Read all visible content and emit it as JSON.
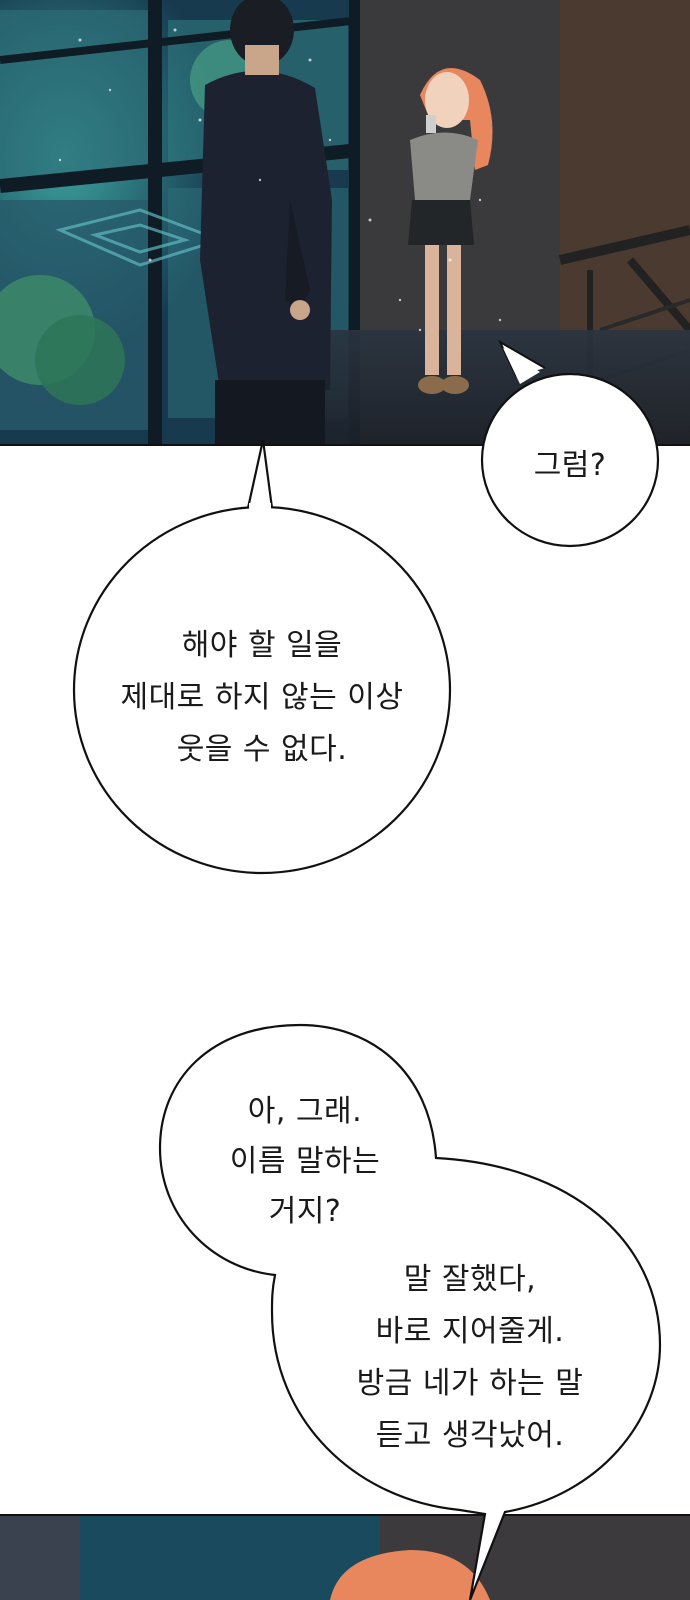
{
  "bubbles": {
    "b1": {
      "lines": [
        "그럼?"
      ]
    },
    "b2": {
      "lines": [
        "해야 할 일을",
        "제대로 하지 않는 이상",
        "웃을 수 없다."
      ]
    },
    "b3": {
      "lines": [
        "아, 그래.",
        "이름 말하는",
        "거지?"
      ]
    },
    "b4": {
      "lines": [
        "말 잘했다,",
        "바로 지어줄게.",
        "방금 네가 하는 말",
        "듣고 생각났어."
      ]
    }
  },
  "colors": {
    "night_blue": "#16324a",
    "teal_glow": "#2f8f9a",
    "coat": "#1c2230",
    "hair": "#e8865e",
    "bubble_stroke": "#111111"
  },
  "icons": [
    "speech-bubble",
    "sparkle-particles"
  ]
}
